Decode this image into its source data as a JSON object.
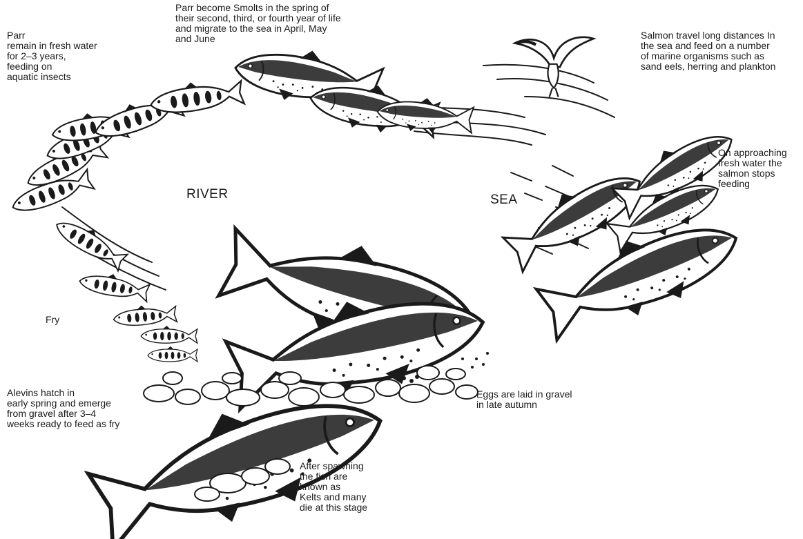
{
  "regions": {
    "river": "RIVER",
    "sea": "SEA"
  },
  "stages": {
    "parr": "Parr\nremain in fresh water\nfor 2–3 years,\nfeeding on\naquatic insects",
    "smolts": "Parr become Smolts in the spring of\ntheir second, third, or fourth year of life\nand migrate to the sea in April, May\nand June",
    "sea_feeding": "Salmon travel long distances In\nthe sea and feed on a number\nof marine organisms such as\nsand eels, herring and plankton",
    "return": "On approaching\nfresh water the\nsalmon stops\nfeeding",
    "fry": "Fry",
    "alevins": "Alevins hatch in\nearly spring and emerge\nfrom gravel after 3–4\nweeks ready to feed as fry",
    "eggs": "Eggs are laid in gravel\nin late autumn",
    "kelts": "After spawning\nthe fish are\nknown as\nKelts and many\ndie at this stage"
  },
  "colors": {
    "ink": "#1a1a1a",
    "paper": "#ffffff",
    "fish_belly": "#d9d9d9"
  }
}
